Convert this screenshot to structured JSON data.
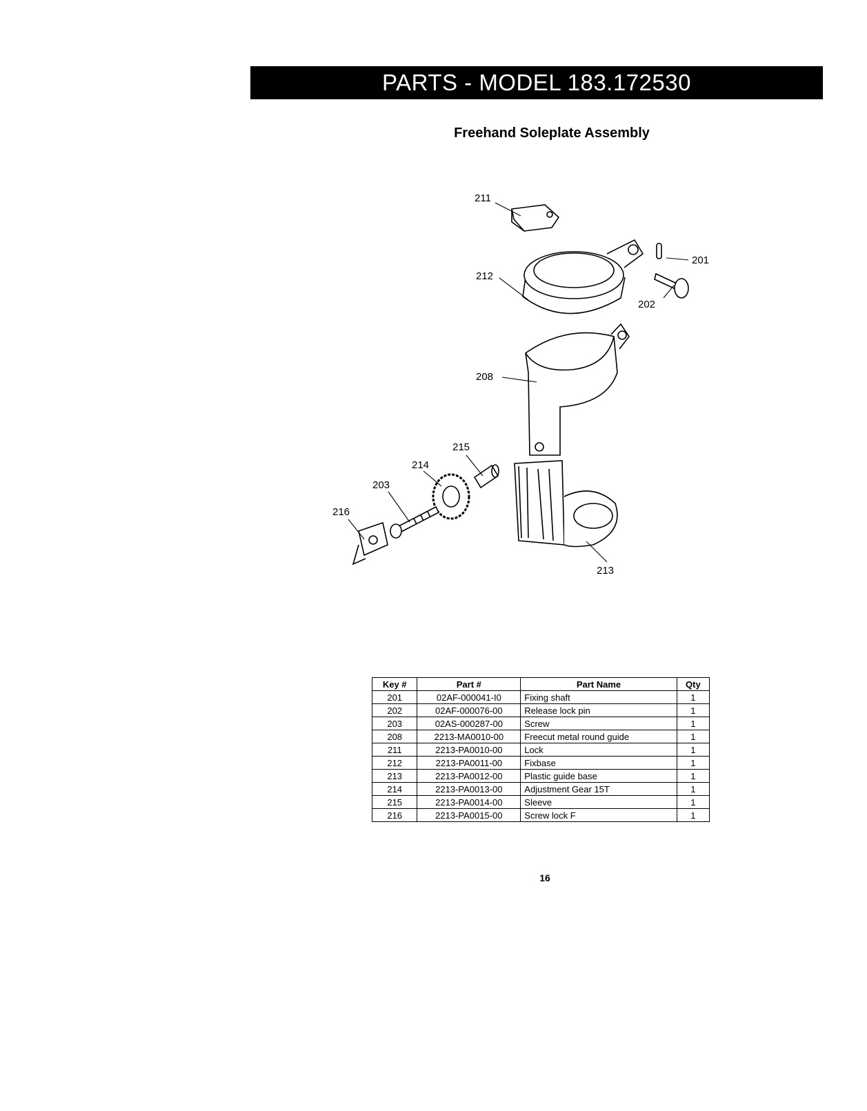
{
  "header": {
    "title": "PARTS - MODEL 183.172530"
  },
  "section": {
    "title": "Freehand Soleplate Assembly"
  },
  "diagram": {
    "callouts": [
      "211",
      "201",
      "212",
      "202",
      "208",
      "215",
      "214",
      "203",
      "216",
      "213"
    ]
  },
  "table": {
    "headers": [
      "Key #",
      "Part #",
      "Part Name",
      "Qty"
    ],
    "rows": [
      [
        "201",
        "02AF-000041-I0",
        "Fixing shaft",
        "1"
      ],
      [
        "202",
        "02AF-000076-00",
        "Release lock pin",
        "1"
      ],
      [
        "203",
        "02AS-000287-00",
        "Screw",
        "1"
      ],
      [
        "208",
        "2213-MA0010-00",
        "Freecut metal round guide",
        "1"
      ],
      [
        "211",
        "2213-PA0010-00",
        "Lock",
        "1"
      ],
      [
        "212",
        "2213-PA0011-00",
        "Fixbase",
        "1"
      ],
      [
        "213",
        "2213-PA0012-00",
        "Plastic guide base",
        "1"
      ],
      [
        "214",
        "2213-PA0013-00",
        "Adjustment Gear 15T",
        "1"
      ],
      [
        "215",
        "2213-PA0014-00",
        "Sleeve",
        "1"
      ],
      [
        "216",
        "2213-PA0015-00",
        "Screw lock F",
        "1"
      ]
    ]
  },
  "footer": {
    "page_number": "16"
  }
}
